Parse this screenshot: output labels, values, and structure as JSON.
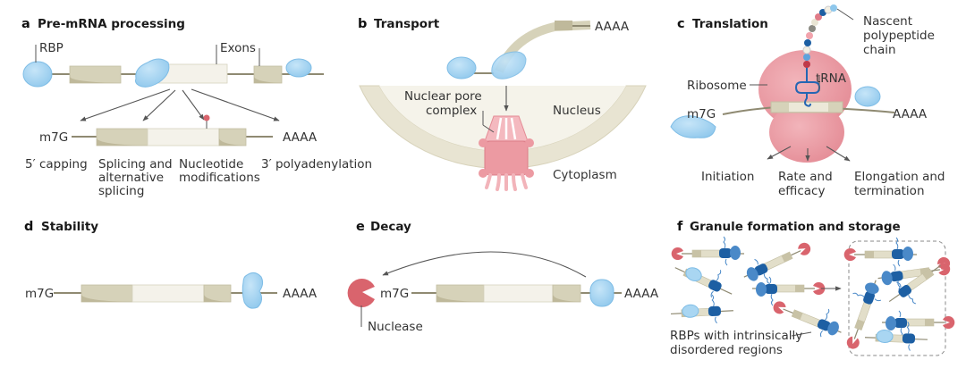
{
  "figure": {
    "panels": [
      {
        "letter": "a",
        "title": "Pre-mRNA processing",
        "labels": {
          "rbp": "RBP",
          "exons": "Exons",
          "cap": "m7G",
          "tail": "AAAA"
        },
        "outcomes": [
          {
            "line1": "5′ capping",
            "line2": "",
            "line3": ""
          },
          {
            "line1": "Splicing and",
            "line2": "alternative",
            "line3": "splicing"
          },
          {
            "line1": "Nucleotide",
            "line2": "modifications",
            "line3": ""
          },
          {
            "line1": "3′ polyadenylation",
            "line2": "",
            "line3": ""
          }
        ]
      },
      {
        "letter": "b",
        "title": "Transport",
        "labels": {
          "tail": "AAAA",
          "pore_line1": "Nuclear pore",
          "pore_line2": "complex",
          "nucleus": "Nucleus",
          "cytoplasm": "Cytoplasm"
        }
      },
      {
        "letter": "c",
        "title": "Translation",
        "labels": {
          "chain_line1": "Nascent",
          "chain_line2": "polypeptide",
          "chain_line3": "chain",
          "ribosome": "Ribosome",
          "trna": "tRNA",
          "cap": "m7G",
          "tail": "AAAA"
        },
        "outcomes": [
          {
            "line1": "Initiation",
            "line2": ""
          },
          {
            "line1": "Rate and",
            "line2": "efficacy"
          },
          {
            "line1": "Elongation and",
            "line2": "termination"
          }
        ]
      },
      {
        "letter": "d",
        "title": "Stability",
        "labels": {
          "cap": "m7G",
          "tail": "AAAA"
        }
      },
      {
        "letter": "e",
        "title": "Decay",
        "labels": {
          "cap": "m7G",
          "tail": "AAAA",
          "nuclease": "Nuclease"
        }
      },
      {
        "letter": "f",
        "title": "Granule formation and storage",
        "labels": {
          "idr_line1": "RBPs with intrinsically",
          "idr_line2": "disordered regions"
        }
      }
    ],
    "colors": {
      "rbp_light": "#a9d6f2",
      "rbp_dark": "#1d5fa3",
      "exon": "#d6d2b9",
      "intron": "#f4f2ea",
      "ribosome": "#ec9aa2",
      "nuclease": "#d9646d",
      "nuclear_envelope": "#e8e4d2"
    }
  }
}
